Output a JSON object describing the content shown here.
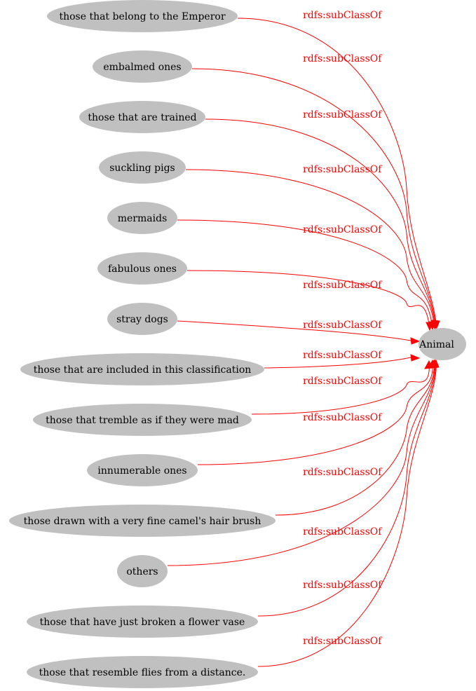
{
  "colors": {
    "node_fill": "#c0c0c0",
    "edge": "#ff0000",
    "text": "#000000",
    "background": "#ffffff"
  },
  "diagram": {
    "type": "directed-graph",
    "target": {
      "id": "animal",
      "label": "Animal"
    },
    "edge_label": "rdfs:subClassOf",
    "sources": [
      {
        "id": "emperor",
        "label": "those that belong to the Emperor"
      },
      {
        "id": "embalmed",
        "label": "embalmed ones"
      },
      {
        "id": "trained",
        "label": "those that are trained"
      },
      {
        "id": "suckling-pigs",
        "label": "suckling pigs"
      },
      {
        "id": "mermaids",
        "label": "mermaids"
      },
      {
        "id": "fabulous",
        "label": "fabulous ones"
      },
      {
        "id": "stray-dogs",
        "label": "stray dogs"
      },
      {
        "id": "included",
        "label": "those that are included in this classification"
      },
      {
        "id": "tremble",
        "label": "those that tremble as if they were mad"
      },
      {
        "id": "innumerable",
        "label": "innumerable ones"
      },
      {
        "id": "camel-brush",
        "label": "those drawn with a very fine camel's hair brush"
      },
      {
        "id": "others",
        "label": "others"
      },
      {
        "id": "flower-vase",
        "label": "those that have just broken a flower vase"
      },
      {
        "id": "flies",
        "label": "those that resemble flies from a distance."
      }
    ]
  }
}
